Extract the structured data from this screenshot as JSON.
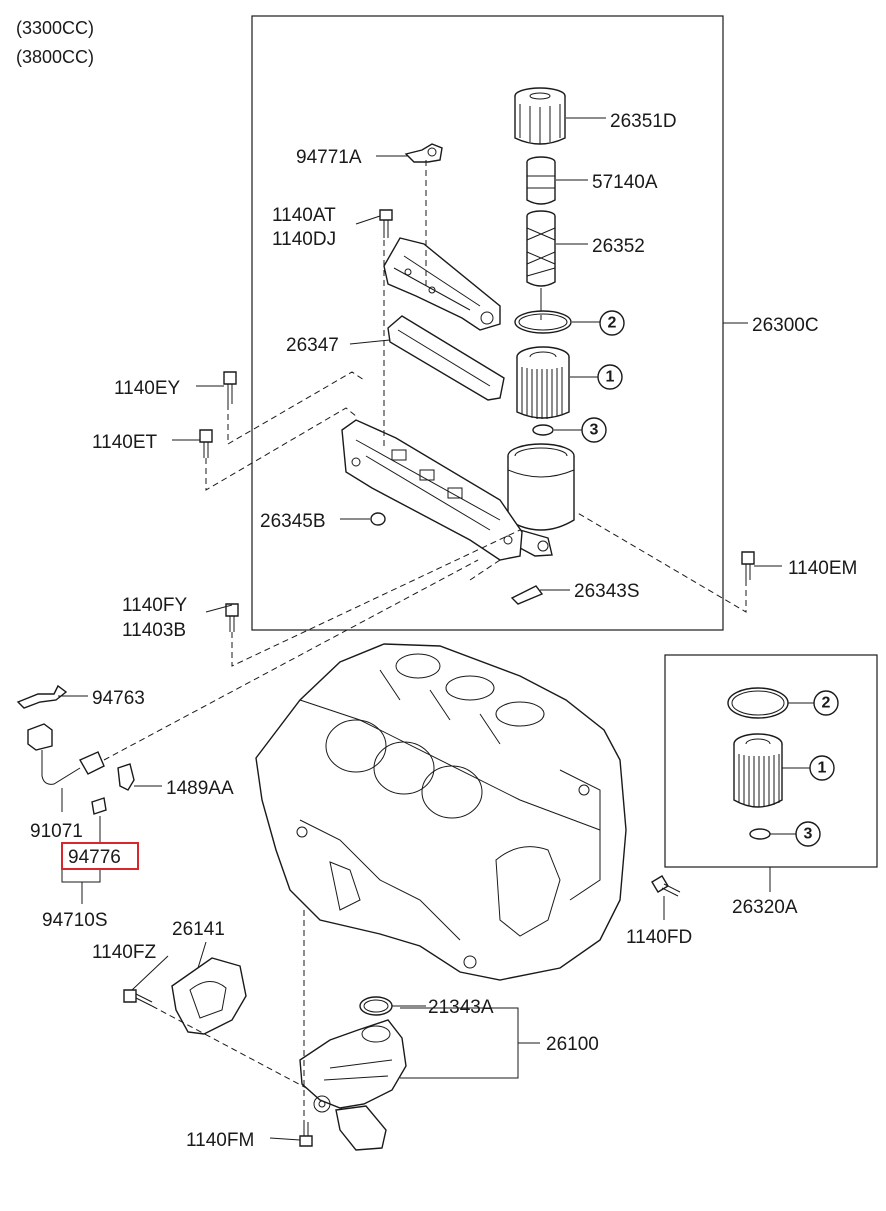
{
  "header": {
    "line1": "(3300CC)",
    "line2": "(3800CC)"
  },
  "assembly_labels": {
    "oil_filter_assembly": "26300C",
    "filter_kit": "26320A",
    "oil_pump_assembly": "26100",
    "sensor_assembly": "94710S"
  },
  "parts": {
    "filter_cap": "26351D",
    "filter_valve": "57140A",
    "filter_element_holder": "26352",
    "bracket_top": "94771A",
    "bolt_at": "1140AT",
    "bolt_dj": "1140DJ",
    "gasket": "26347",
    "bolt_ey": "1140EY",
    "bolt_et": "1140ET",
    "plug": "26345B",
    "bolt_em": "1140EM",
    "clip": "26343S",
    "bolt_fy": "1140FY",
    "bolt_3b": "11403B",
    "bracket_sensor": "94763",
    "clamp": "1489AA",
    "sensor": "91071",
    "selected_part": "94776",
    "bolt_fz": "1140FZ",
    "cover": "26141",
    "oring_pump": "21343A",
    "bolt_fd": "1140FD",
    "bolt_fm": "1140FM"
  },
  "callouts": {
    "oring_large": "2",
    "filter_element": "1",
    "oring_small": "3"
  },
  "colors": {
    "line": "#1a1a1a",
    "highlight": "#d8262c",
    "background": "#ffffff"
  }
}
